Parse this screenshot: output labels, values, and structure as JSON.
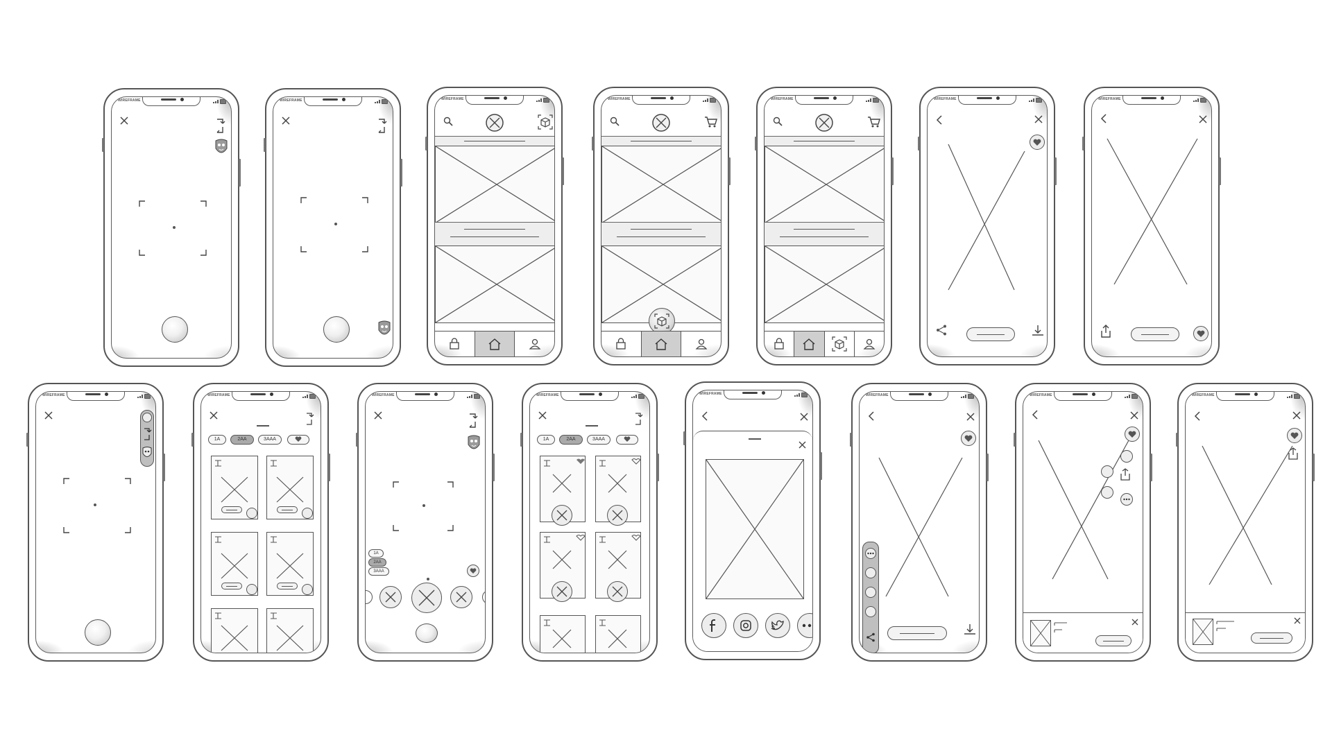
{
  "image": {
    "subject": "hand-drawn mobile app wireframe screens"
  },
  "device": {
    "carrier_label": "WIREFRAME"
  },
  "colors": {
    "line": "#555555",
    "panel": "#eeeeee",
    "shade": "#bfbfbf"
  },
  "icons": [
    "close-icon",
    "swap-camera-icon",
    "mask-icon",
    "search-icon",
    "logo-icon",
    "ar-cube-icon",
    "cart-icon",
    "lock-icon",
    "home-icon",
    "profile-icon",
    "back-icon",
    "heart-icon",
    "share-icon",
    "download-icon",
    "upload-icon",
    "more-icon",
    "facebook-icon",
    "instagram-icon",
    "twitter-icon"
  ],
  "filter_chips": {
    "a": "1A",
    "b": "2AA",
    "c": "3AAA"
  }
}
